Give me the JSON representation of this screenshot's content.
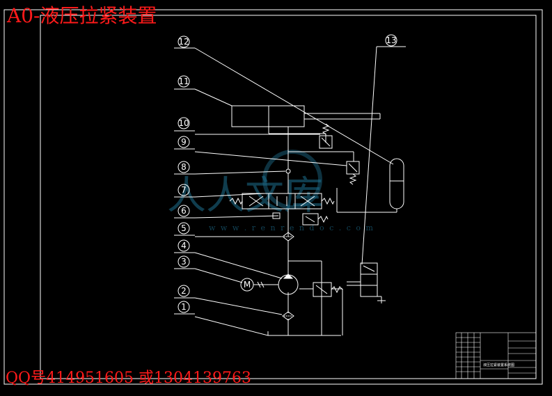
{
  "title_text": "A0-液压拉紧装置",
  "contact_text": "QQ号414951605 或1304139763",
  "watermark": {
    "glyphs": "人人文库",
    "url": "w w w . r e n r e n d o c . c o m"
  },
  "callouts": [
    "1",
    "2",
    "3",
    "4",
    "5",
    "6",
    "7",
    "8",
    "9",
    "10",
    "11",
    "12",
    "13"
  ],
  "motor_label": "M",
  "title_block": {
    "drawing_name": "液压拉紧装置系统图"
  },
  "colors": {
    "title_red": "#ff1a1a",
    "line": "#ffffff",
    "watermark": "#1e6f8f"
  }
}
